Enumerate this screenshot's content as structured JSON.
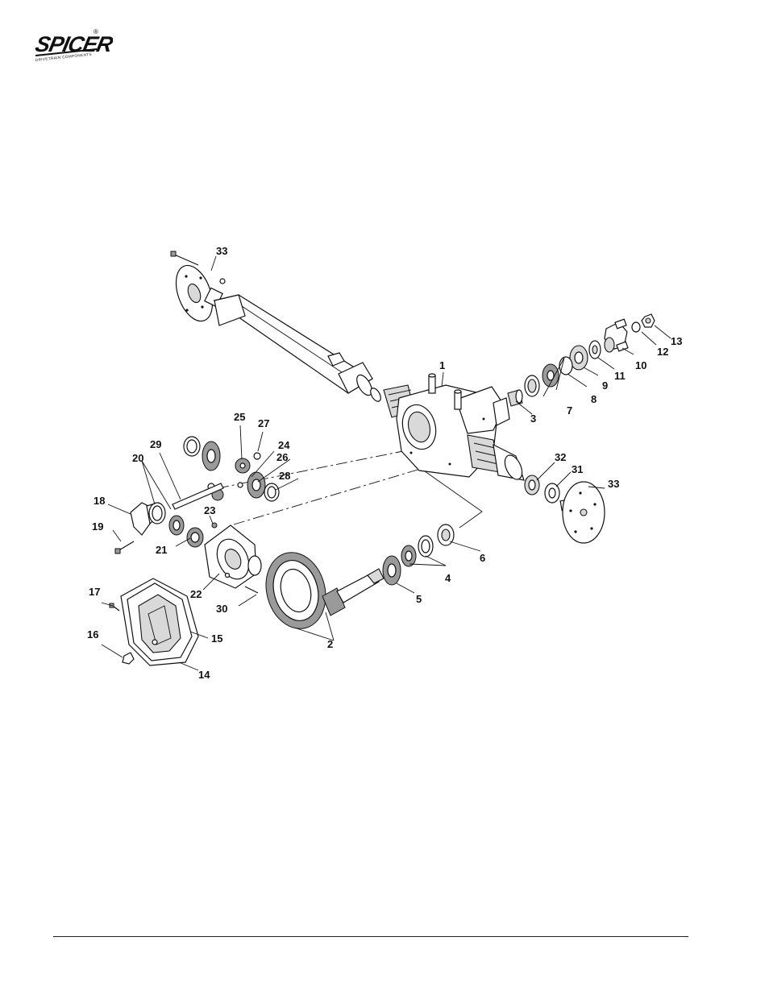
{
  "brand": {
    "name": "SPICER",
    "registered": "®",
    "tagline": "DRIVETRAIN COMPONENTS"
  },
  "callouts": [
    "1",
    "2",
    "3",
    "4",
    "5",
    "6",
    "7",
    "8",
    "9",
    "10",
    "11",
    "12",
    "13",
    "14",
    "15",
    "16",
    "17",
    "18",
    "19",
    "20",
    "21",
    "22",
    "23",
    "24",
    "25",
    "26",
    "27",
    "28",
    "29",
    "30",
    "31",
    "32",
    "33",
    "33"
  ]
}
